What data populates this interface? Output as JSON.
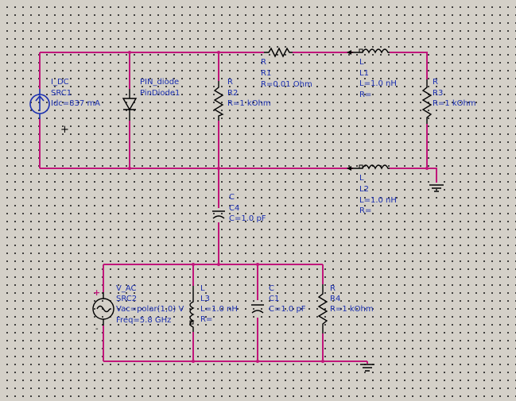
{
  "components": {
    "src1": {
      "type": "I_DC",
      "name": "SRC1",
      "param": "Idc=837 mA"
    },
    "pin_diode": {
      "type": "PIN_diode",
      "name": "PinDiode1"
    },
    "r2": {
      "type": "R",
      "name": "R2",
      "param": "R=1 kOhm"
    },
    "r1": {
      "type": "R",
      "name": "R1",
      "param": "R=0.01 Ohm"
    },
    "l1": {
      "type": "L",
      "name": "L1",
      "param": "L=1.0 nH",
      "extra": "R="
    },
    "r3": {
      "type": "R",
      "name": "R3",
      "param": "R=1 kOhm"
    },
    "l2": {
      "type": "L",
      "name": "L2",
      "param": "L=1.0 nH",
      "extra": "R="
    },
    "c4": {
      "type": "C",
      "name": "C4",
      "param": "C=1.0 pF"
    },
    "src2": {
      "type": "V_AC",
      "name": "SRC2",
      "param": "Vac=polar(1,0) V",
      "param2": "Freq=5.8 GHz"
    },
    "l3": {
      "type": "L",
      "name": "L3",
      "param": "L=1.0 nH",
      "extra": "R="
    },
    "c1": {
      "type": "C",
      "name": "C1",
      "param": "C=1.0 pF"
    },
    "r4": {
      "type": "R",
      "name": "R4",
      "param": "R=1 kOhm"
    }
  },
  "markers": {
    "plus": "+",
    "minus": "-",
    "cross": "+"
  },
  "colors": {
    "wire": "#c0167a",
    "component": "#000000",
    "label": "#1a2fb0",
    "grid": "#1a1a1a",
    "background": "#d4d0c8"
  }
}
